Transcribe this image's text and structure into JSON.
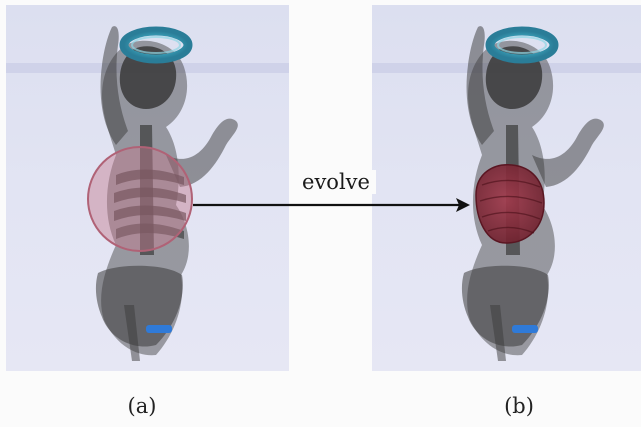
{
  "figure": {
    "arrow_label": "evolve",
    "panels": [
      {
        "id": "a",
        "caption": "(a)",
        "contour": "initial-circle",
        "contour_color": "#c47a8e"
      },
      {
        "id": "b",
        "caption": "(b)",
        "contour": "evolved-lung-region",
        "contour_color": "#8b2a3a"
      }
    ],
    "colors": {
      "background": "#e3e4f2",
      "skeleton": "#3a3a3a",
      "head_ring": "#3aa0b8",
      "feet_marker": "#2f7ad8",
      "arrow": "#111111"
    }
  }
}
